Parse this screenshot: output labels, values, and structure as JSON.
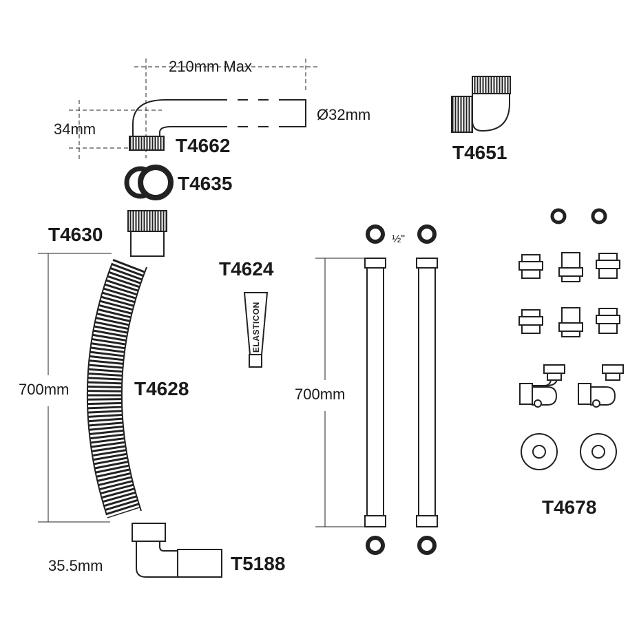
{
  "parts": {
    "t4662": "T4662",
    "t4635": "T4635",
    "t4651": "T4651",
    "t4630": "T4630",
    "t4624": "T4624",
    "t4628": "T4628",
    "t5188": "T5188",
    "t4678": "T4678"
  },
  "dimensions": {
    "waste_length": "210mm Max",
    "waste_diameter": "Ø32mm",
    "waste_height": "34mm",
    "hose_length": "700mm",
    "braided_length": "700mm",
    "outlet_width": "35.5mm",
    "thread_size": "½\""
  },
  "tube_brand": "ELASTICON"
}
